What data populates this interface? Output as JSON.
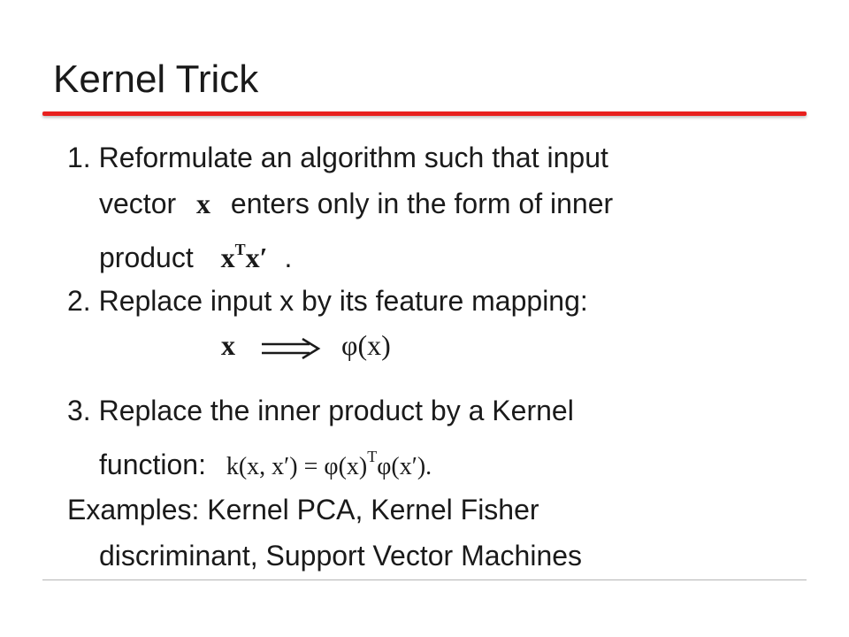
{
  "slide": {
    "title": "Kernel Trick",
    "step1": {
      "line1": "1. Reformulate an algorithm such that input",
      "line2_pre": "vector",
      "line2_math": "x",
      "line2_post": "enters only in the form of inner",
      "line3_pre": "product",
      "line3_math_a": "x",
      "line3_math_sup": "T",
      "line3_math_b": "x′",
      "line3_post": "."
    },
    "step2": {
      "line1": "2. Replace input x by its feature mapping:",
      "mapping_from": "x",
      "mapping_to": "φ(x)"
    },
    "step3": {
      "line1": "3. Replace the inner product by a Kernel",
      "line2_pre": "function:",
      "formula_lhs": "k(x, x′) = φ(x)",
      "formula_sup": "T",
      "formula_rhs": "φ(x′)."
    },
    "examples": {
      "line1": "Examples: Kernel PCA, Kernel Fisher",
      "line2": "discriminant, Support Vector Machines"
    }
  },
  "colors": {
    "accent": "#e8201e",
    "text": "#1a1a1a",
    "rule": "#b5b5b5"
  },
  "icons": {
    "mapping_arrow": "double-right-arrow-icon"
  }
}
